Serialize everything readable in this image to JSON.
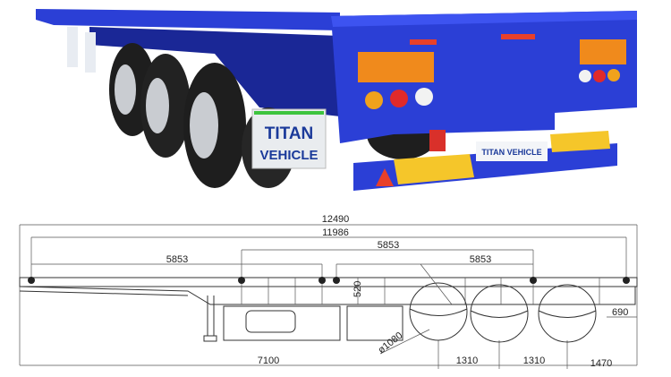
{
  "photo": {
    "mudflap_brand_line1": "TITAN",
    "mudflap_brand_line2": "VEHICLE",
    "bumper_brand": "TITAN VEHICLE",
    "colors": {
      "body": "#2b3fd6",
      "body_dark": "#1a2796",
      "tire": "#1e1e1e",
      "stripe_red": "#e8402a",
      "stripe_yellow": "#f5c62a",
      "mudflap": "#e9ecef",
      "brand_text": "#1b3a9a",
      "green_strip": "#3ec43e"
    }
  },
  "drawing": {
    "dimensions": {
      "overall_length": "12490",
      "deck_length": "11986",
      "lock_spacing_left": "5853",
      "lock_spacing_middle": "5853",
      "lock_spacing_right": "5853",
      "frame_height": "520",
      "rear_overhang_height": "690",
      "wheel_diameter": "ø1080",
      "kingpin_to_axle": "7100",
      "axle_spacing_1": "1310",
      "axle_spacing_2": "1310",
      "rear_overhang": "1470"
    }
  }
}
